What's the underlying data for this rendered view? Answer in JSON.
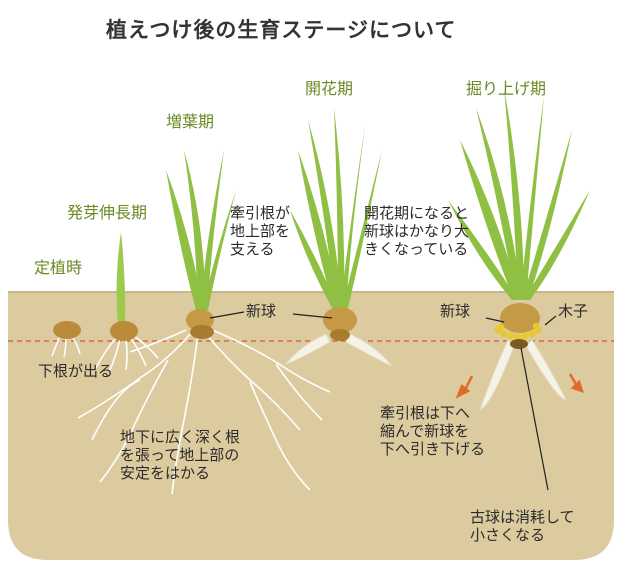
{
  "title": "植えつけ後の生育ステージについて",
  "stages": {
    "planting": "定植時",
    "sprouting": "発芽伸長期",
    "leafing": "増葉期",
    "flowering": "開花期",
    "digging": "掘り上げ期"
  },
  "annotations": {
    "lower_roots": "下根が出る",
    "contractile_support": "牽引根が\n地上部を\n支える",
    "new_corm_1": "新球",
    "flowering_corm": "開花期になると\n新球はかなり大\nきくなっている",
    "new_corm_2": "新球",
    "cormlets": "木子",
    "roots_spread": "地下に広く深く根\nを張って地上部の\n安定をはかる",
    "contractile_pull": "牽引根は下へ\n縮んで新球を\n下へ引き下げる",
    "old_corm": "古球は消耗して\n小さくなる"
  },
  "colors": {
    "soil": "#dccb9f",
    "leaf": "#8fc043",
    "corm": "#b98b3a",
    "stage_label": "#6a8b24",
    "guide_line": "#d9543a",
    "arrow": "#e06a2c"
  }
}
